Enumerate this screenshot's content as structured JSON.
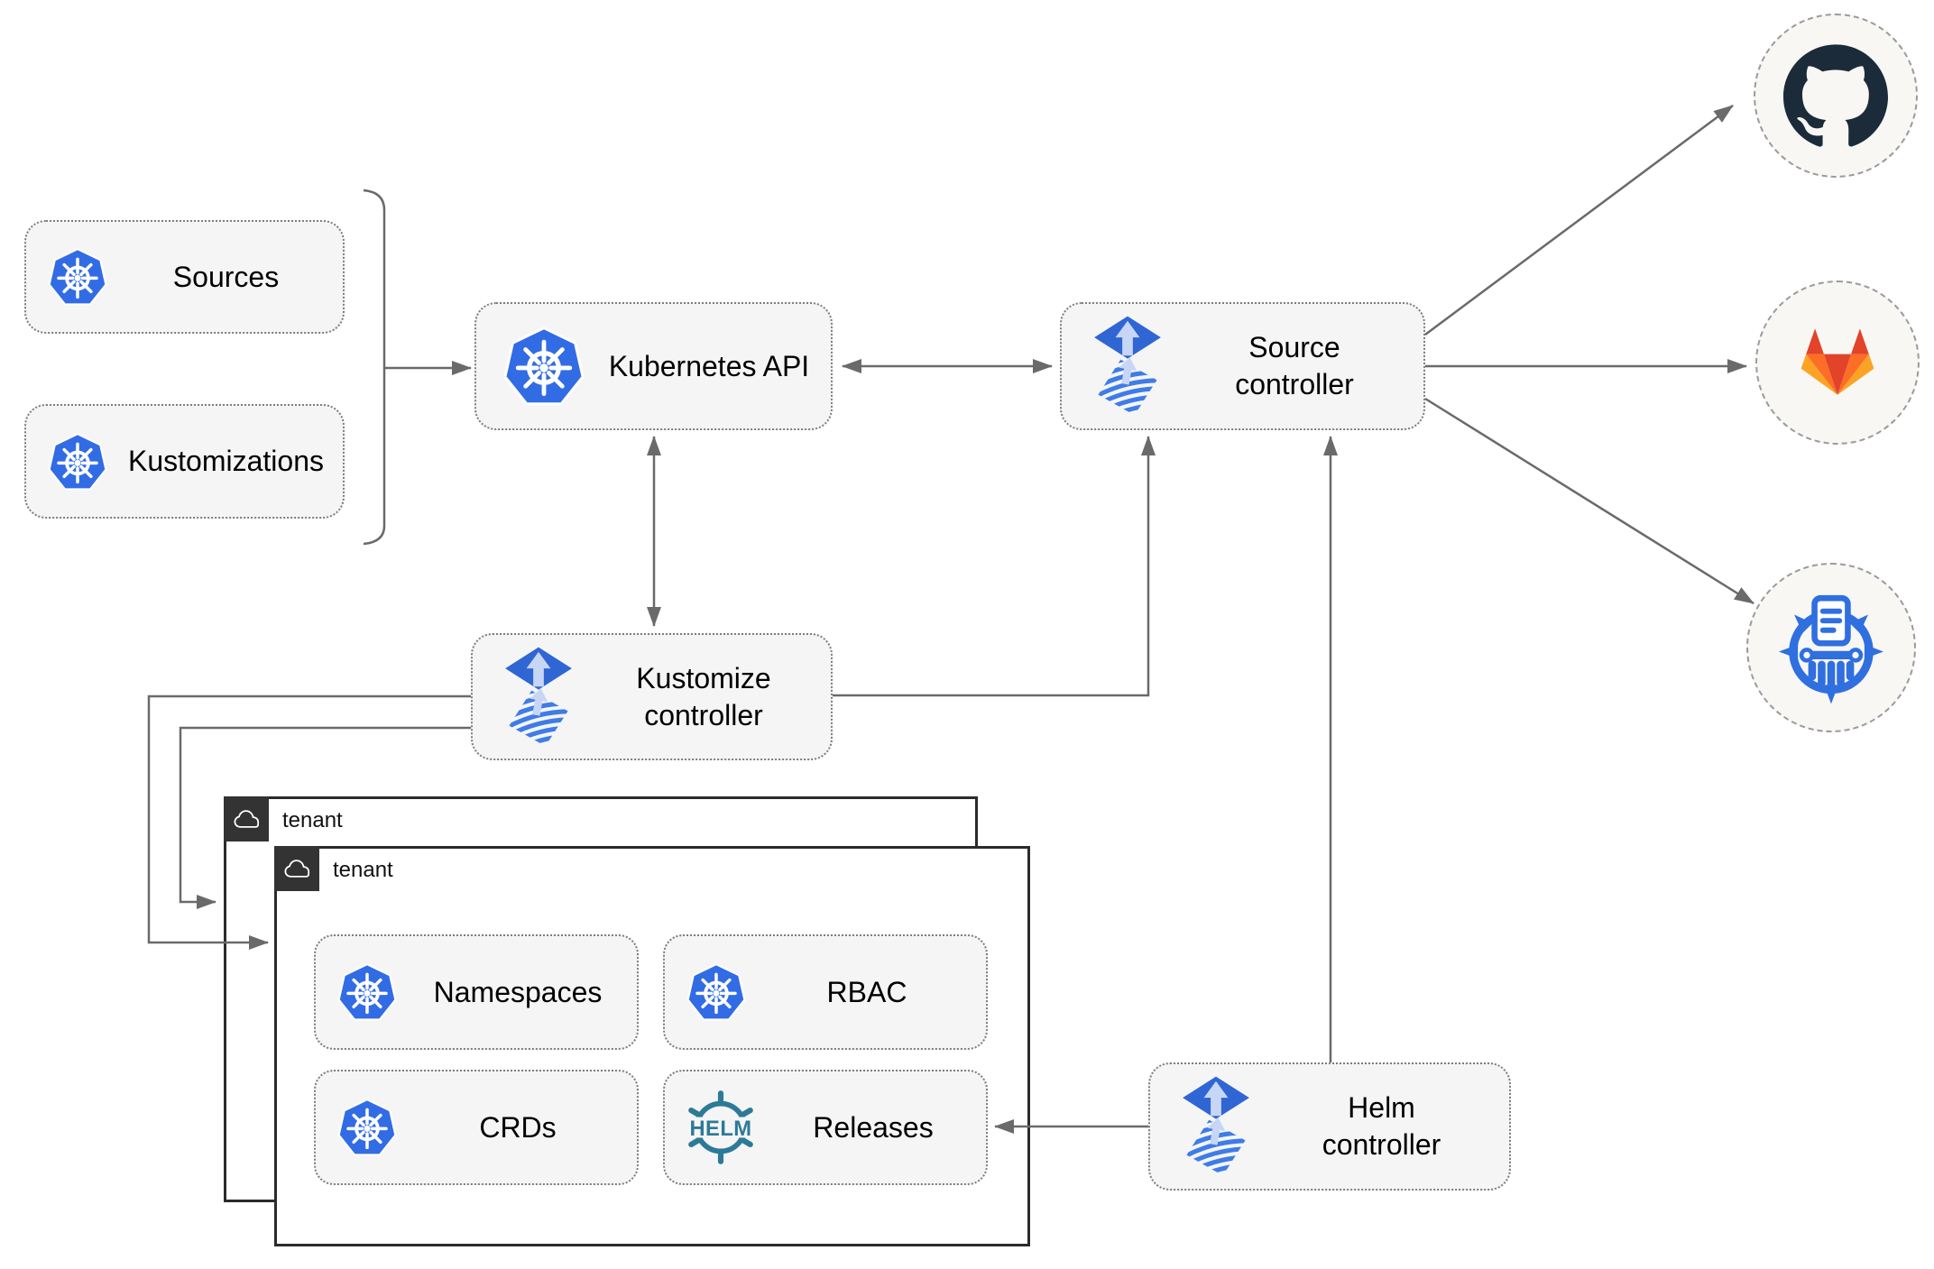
{
  "nodes": {
    "sources": {
      "label": "Sources",
      "icon": "kubernetes-icon"
    },
    "kustomizations": {
      "label": "Kustomizations",
      "icon": "kubernetes-icon"
    },
    "kubernetes_api": {
      "label": "Kubernetes API",
      "icon": "kubernetes-icon"
    },
    "source_controller": {
      "label_line1": "Source",
      "label_line2": "controller",
      "icon": "flux-icon"
    },
    "kustomize_controller": {
      "label_line1": "Kustomize",
      "label_line2": "controller",
      "icon": "flux-icon"
    },
    "helm_controller": {
      "label_line1": "Helm",
      "label_line2": "controller",
      "icon": "flux-icon"
    },
    "namespaces": {
      "label": "Namespaces",
      "icon": "kubernetes-icon"
    },
    "rbac": {
      "label": "RBAC",
      "icon": "kubernetes-icon"
    },
    "crds": {
      "label": "CRDs",
      "icon": "kubernetes-icon"
    },
    "releases": {
      "label": "Releases",
      "icon": "helm-icon",
      "icon_text": "HELM"
    }
  },
  "tenants": {
    "back": {
      "label": "tenant",
      "icon": "cloud-icon"
    },
    "front": {
      "label": "tenant",
      "icon": "cloud-icon"
    }
  },
  "remotes": {
    "github": {
      "icon": "github-icon"
    },
    "gitlab": {
      "icon": "gitlab-icon"
    },
    "chartmuseum": {
      "icon": "chartmuseum-icon"
    }
  },
  "colors": {
    "kubernetes_blue": "#326CE5",
    "flux_diamond_blue": "#2F66D4",
    "flux_stripe_blue": "#3E7CE8",
    "flux_arrow_light": "#C7D6F5",
    "helm_teal": "#2C7A97",
    "github_dark": "#1B2B3A",
    "gitlab_red": "#E24329",
    "gitlab_orange": "#FC6D26",
    "gitlab_amber": "#FCA326",
    "chartmuseum_blue": "#2F6FE0",
    "connector_gray": "#6A6A6A",
    "node_fill": "#F5F5F5",
    "tenant_tab_dark": "#333333"
  }
}
